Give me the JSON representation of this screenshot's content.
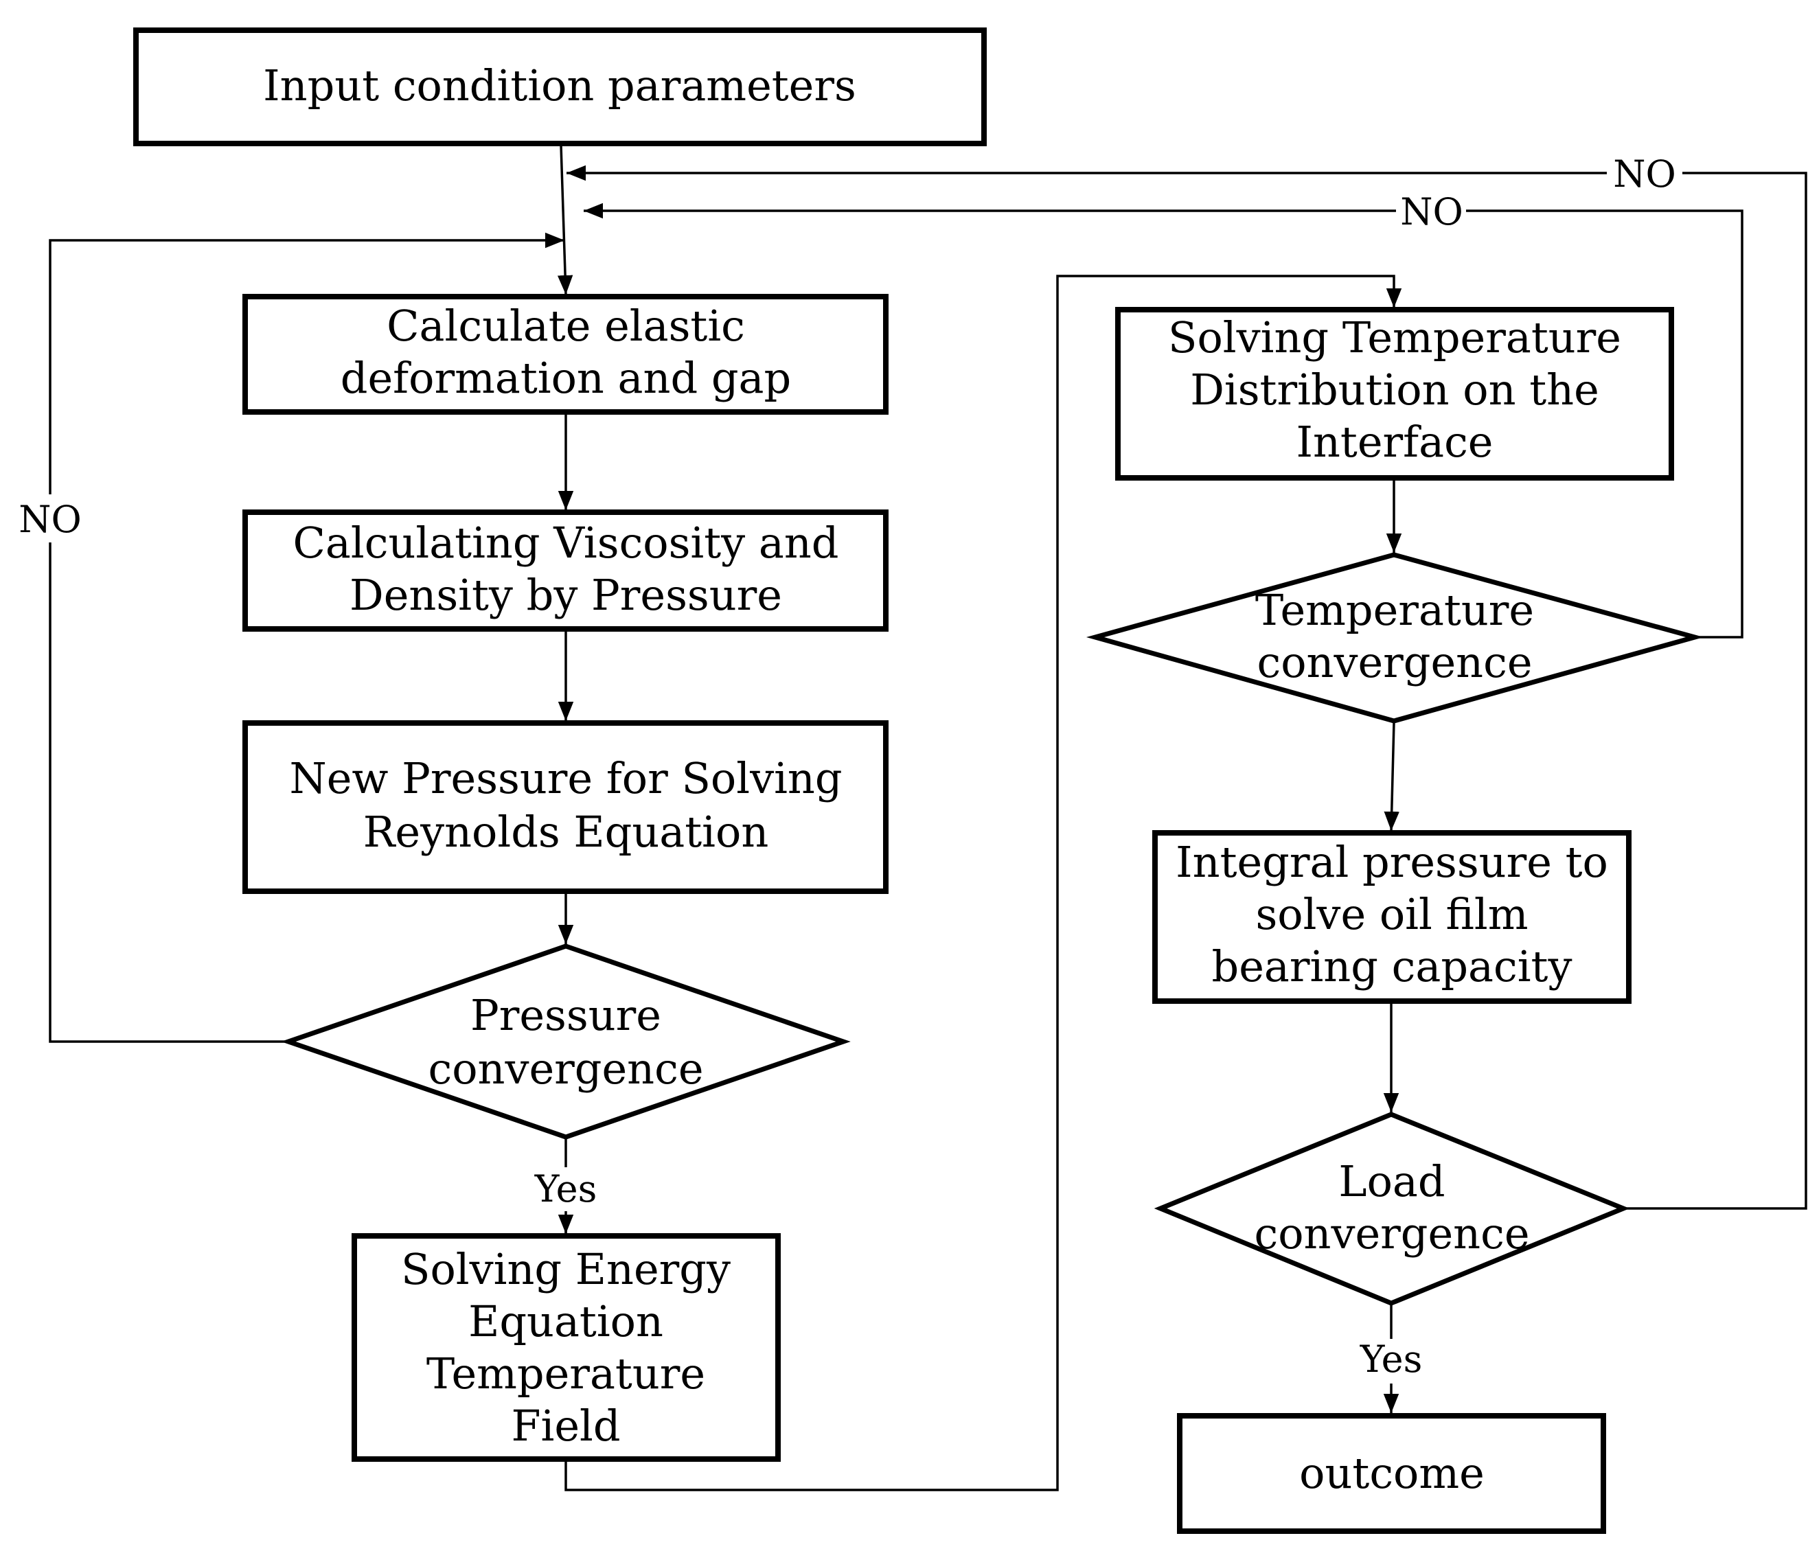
{
  "nodes": {
    "input": {
      "lines": [
        "Input condition parameters"
      ]
    },
    "elastic": {
      "lines": [
        "Calculate elastic",
        "deformation and gap"
      ]
    },
    "viscosity": {
      "lines": [
        "Calculating Viscosity and",
        "Density by Pressure"
      ]
    },
    "reynolds": {
      "lines": [
        "New Pressure for Solving",
        "Reynolds Equation"
      ]
    },
    "pressure_conv": {
      "lines": [
        "Pressure",
        "convergence"
      ]
    },
    "energy": {
      "lines": [
        "Solving Energy",
        "Equation",
        "Temperature",
        "Field"
      ]
    },
    "interface_temp": {
      "lines": [
        "Solving Temperature",
        "Distribution on the",
        "Interface"
      ]
    },
    "temp_conv": {
      "lines": [
        "Temperature",
        "convergence"
      ]
    },
    "integral": {
      "lines": [
        "Integral pressure to",
        "solve oil film",
        "bearing capacity"
      ]
    },
    "load_conv": {
      "lines": [
        "Load",
        "convergence"
      ]
    },
    "outcome": {
      "lines": [
        "outcome"
      ]
    }
  },
  "edge_labels": {
    "pressure_no": "NO",
    "pressure_yes": "Yes",
    "temp_no": "NO",
    "load_no": "NO",
    "load_yes": "Yes"
  }
}
